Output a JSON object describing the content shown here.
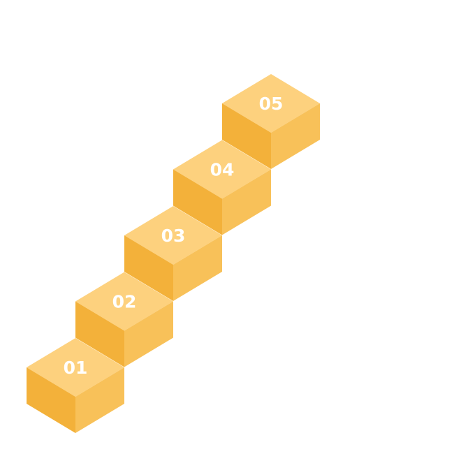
{
  "steps": [
    {
      "label": "01"
    },
    {
      "label": "02"
    },
    {
      "label": "03"
    },
    {
      "label": "04"
    },
    {
      "label": "05"
    }
  ],
  "colors": {
    "top": "#FDD17E",
    "left": "#F3B13A",
    "right": "#F8C159",
    "label": "#FFFFFF"
  }
}
